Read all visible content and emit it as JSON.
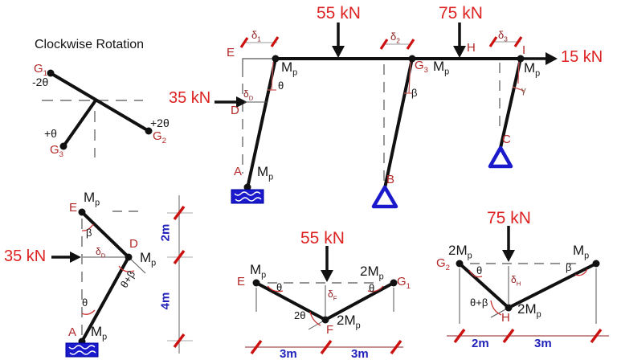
{
  "legend": {
    "title": "Clockwise Rotation",
    "g1": {
      "b": "G",
      "s": "1"
    },
    "rot1": "-2θ",
    "g2": {
      "b": "G",
      "s": "2"
    },
    "rot2": "+2θ",
    "g3": {
      "b": "G",
      "s": "3"
    },
    "rot3": "+θ"
  },
  "loads": {
    "kn55": "55 kN",
    "kn75": "75 kN",
    "kn35": "35 kN",
    "kn15": "15 kN"
  },
  "mp": {
    "b": "M",
    "s": "p"
  },
  "mp2": {
    "b": "2M",
    "s": "p"
  },
  "angles": {
    "theta": "θ",
    "beta": "β",
    "gamma": "γ",
    "two_theta": "2θ",
    "theta_plus_beta": "θ+β"
  },
  "deltas": {
    "d1": {
      "b": "δ",
      "s": "1"
    },
    "d2": {
      "b": "δ",
      "s": "2"
    },
    "d3": {
      "b": "δ",
      "s": "3"
    },
    "dD": {
      "b": "δ",
      "s": "D"
    },
    "dF": {
      "b": "δ",
      "s": "F"
    },
    "dH": {
      "b": "δ",
      "s": "H"
    }
  },
  "nodes": {
    "A": "A",
    "B": "B",
    "C": "C",
    "D": "D",
    "E": "E",
    "F": "F",
    "H": "H",
    "I": "I",
    "G1": {
      "b": "G",
      "s": "1"
    },
    "G2": {
      "b": "G",
      "s": "2"
    },
    "G3": {
      "b": "G",
      "s": "3"
    }
  },
  "dims": {
    "two_m": "2m",
    "three_m": "3m",
    "four_m": "4m"
  },
  "colors": {
    "load_red": "#dd2222",
    "node_red": "#b32929",
    "delta_red": "#8b1a1a",
    "dim_blue": "#2222bb",
    "support_blue": "#1a1acc",
    "member_black": "#111111"
  }
}
